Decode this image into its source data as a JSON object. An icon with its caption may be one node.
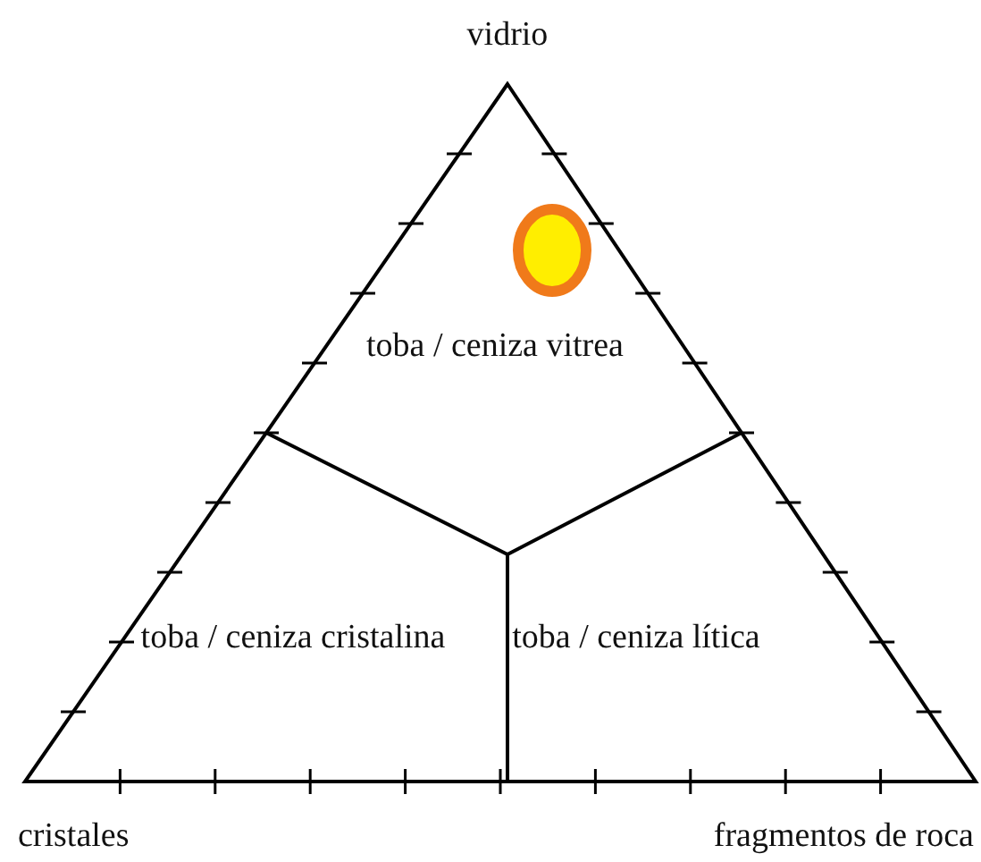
{
  "diagram": {
    "labels": [
      "vidrio",
      "toba / ceniza vitrea",
      "toba / ceniza cristalina",
      "toba / ceniza lítica",
      "cristales",
      "fragmentos de roca"
    ]
  }
}
